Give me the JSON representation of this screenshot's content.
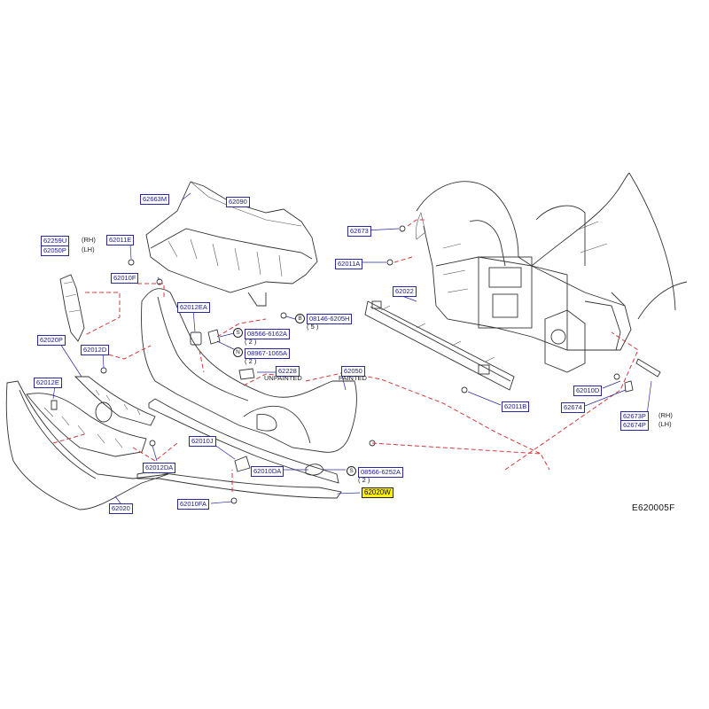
{
  "figure_code": "E620005F",
  "labels": {
    "p62663M": "62663M",
    "p62090": "62090",
    "p62259U": "62259U",
    "p62050P": "62050P",
    "p62011E": "62011E",
    "p62010F": "62010F",
    "p62012EA": "62012EA",
    "p08566_6162A": "08566-6162A",
    "p08146_6205H": "08146-6205H",
    "p08967_1065A": "08967-1065A",
    "p62020P": "62020P",
    "p62012D": "62012D",
    "p62012E": "62012E",
    "p62228": "62228",
    "p62050": "62050",
    "p62010J": "62010J",
    "p62012DA": "62012DA",
    "p62010DA": "62010DA",
    "p08566_6252A": "08566-6252A",
    "p62020W": "62020W",
    "p62010FA": "62010FA",
    "p62020": "62020",
    "p62673": "62673",
    "p62011A": "62011A",
    "p62022": "62022",
    "p62011B": "62011B",
    "p62010D": "62010D",
    "p62674": "62674",
    "p62673P": "62673P",
    "p62674P": "62674P"
  },
  "notes": {
    "rh": "(RH)",
    "lh": "(LH)",
    "unpainted": "UNPAINTED",
    "painted": "PAINTED",
    "rh2": "(RH)",
    "lh2": "(LH)"
  },
  "quantities": {
    "q08566_6162A": "( 2 )",
    "q08146_6205H": "( 5 )",
    "q08967_1065A": "( 2 )",
    "q08566_6252A": "( 2 )"
  },
  "badges": {
    "s1": "S",
    "b1": "B",
    "n1": "N",
    "s2": "S"
  },
  "highlight_color": "#fff200",
  "label_color": "#2a2aa0",
  "dash_color": "#d43a3a"
}
